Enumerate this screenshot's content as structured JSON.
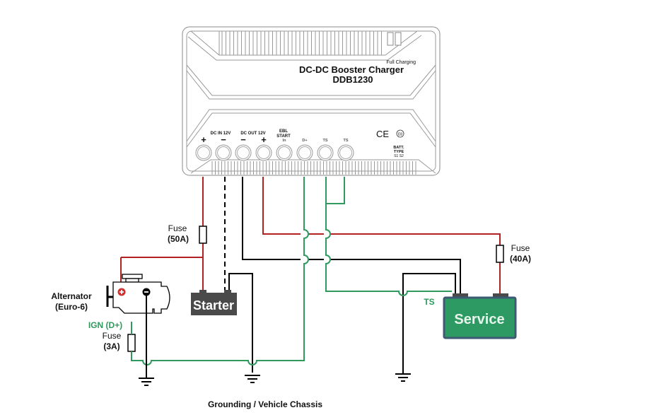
{
  "device": {
    "status_label": "Full  Charging",
    "title": "DC-DC Booster Charger",
    "model": "DDB1230",
    "terminal_groups": {
      "dc_in": "DC IN 12V",
      "dc_out": "DC OUT 12V",
      "ebl_line1": "EBL",
      "ebl_line2": "START"
    },
    "terminals": [
      {
        "label": "+",
        "wire_color": "red"
      },
      {
        "label": "−",
        "wire_color": "black"
      },
      {
        "label": "−",
        "wire_color": "black"
      },
      {
        "label": "+",
        "wire_color": "red"
      },
      {
        "label": "In",
        "wire_color": "none"
      },
      {
        "label": "D+",
        "wire_color": "green"
      },
      {
        "label": "TS",
        "wire_color": "green"
      },
      {
        "label": "TS",
        "wire_color": "green"
      }
    ],
    "ce_mark": "CE",
    "e_mark": "E8",
    "batt_type_line1": "BATT.",
    "batt_type_line2": "TYPE",
    "batt_type_options": "S1  S2"
  },
  "components": {
    "alternator": {
      "line1": "Alternator",
      "line2": "(Euro-6)",
      "positive_icon": "plus-icon",
      "negative_icon": "minus-icon"
    },
    "starter_battery": {
      "label": "Starter"
    },
    "service_battery": {
      "label": "Service"
    },
    "ign_label": "IGN (D+)",
    "ts_label": "TS"
  },
  "fuses": [
    {
      "line1": "Fuse",
      "line2": "(50A)"
    },
    {
      "line1": "Fuse",
      "line2": "(40A)"
    },
    {
      "line1": "Fuse",
      "line2": "(3A)"
    }
  ],
  "footer": {
    "grounding_label": "Grounding / Vehicle Chassis"
  },
  "colors": {
    "positive_wire": "#b22222",
    "negative_wire": "#000000",
    "signal_wire": "#2e9a5e",
    "service_battery": "#2e9a63",
    "service_border": "#3c5a73",
    "starter_battery": "#4a4a4a",
    "ign_text": "#2e9a5e"
  }
}
